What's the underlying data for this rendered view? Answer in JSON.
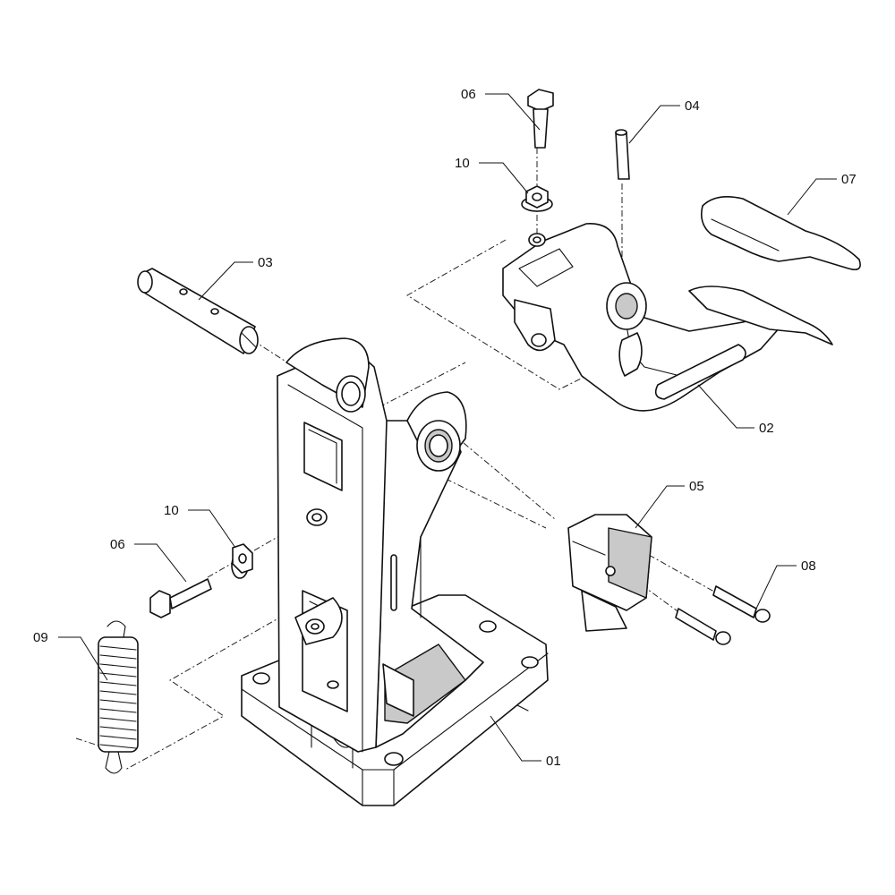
{
  "callouts": [
    {
      "id": "c06a",
      "label": "06"
    },
    {
      "id": "c04",
      "label": "04"
    },
    {
      "id": "c10a",
      "label": "10"
    },
    {
      "id": "c07",
      "label": "07"
    },
    {
      "id": "c03",
      "label": "03"
    },
    {
      "id": "c02",
      "label": "02"
    },
    {
      "id": "c05",
      "label": "05"
    },
    {
      "id": "c10b",
      "label": "10"
    },
    {
      "id": "c06b",
      "label": "06"
    },
    {
      "id": "c08",
      "label": "08"
    },
    {
      "id": "c09",
      "label": "09"
    },
    {
      "id": "c01",
      "label": "01"
    }
  ]
}
